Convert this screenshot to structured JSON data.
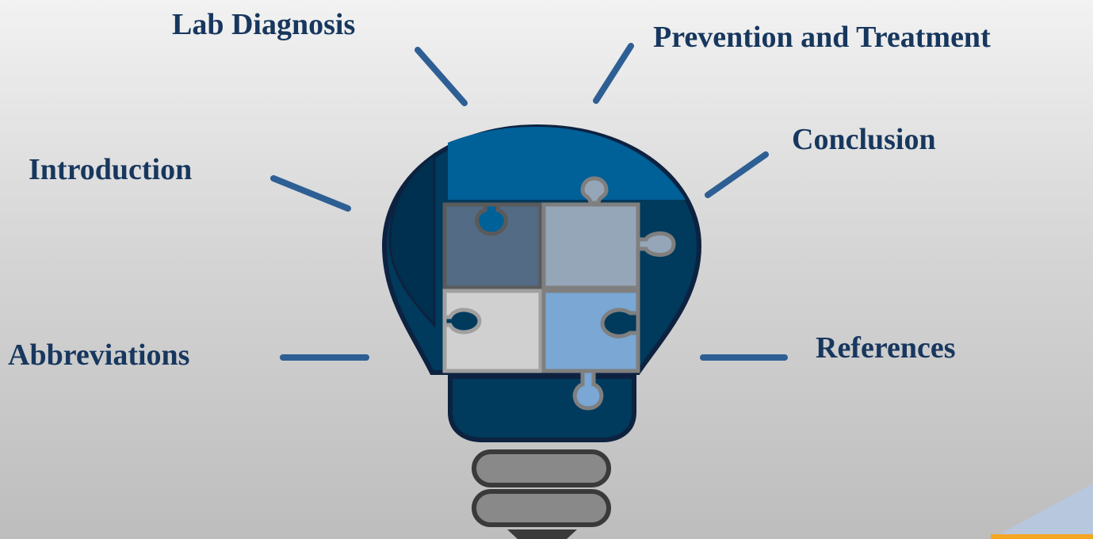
{
  "labels": {
    "lab_diagnosis": "Lab Diagnosis",
    "prevention_treatment": "Prevention and Treatment",
    "conclusion": "Conclusion",
    "introduction": "Introduction",
    "abbreviations": "Abbreviations",
    "references": "References"
  },
  "colors": {
    "label_text": "#17375e",
    "ray": "#2e5f94",
    "bulb_outline": "#0d2240",
    "bulb_dark": "#003a5c",
    "bulb_top": "#006098",
    "piece_dark": "#546b85",
    "piece_gray": "#95a6b8",
    "piece_light": "#d0d0d0",
    "piece_blue": "#7aa7d4",
    "base_gray": "#898989",
    "corner_accent": "#f5a623"
  }
}
